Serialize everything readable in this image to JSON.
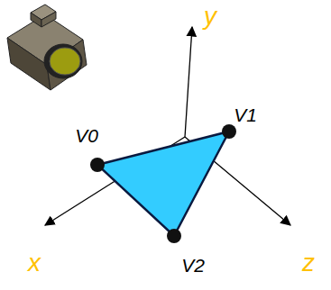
{
  "diagram": {
    "labels": [
      "y",
      "x",
      "z",
      "V0",
      "V1",
      "V2"
    ]
  }
}
